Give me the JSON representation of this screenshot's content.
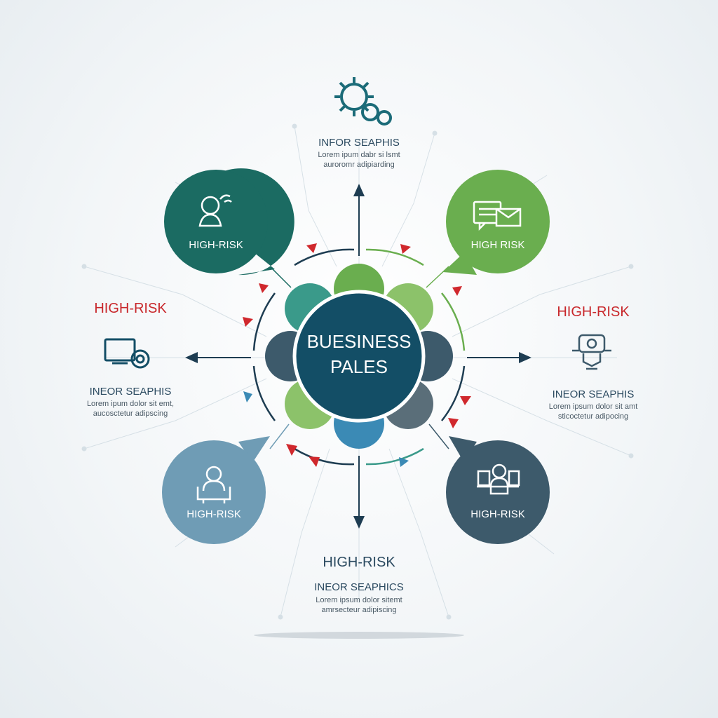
{
  "center": {
    "line1": "BUESINESS",
    "line2": "PALES"
  },
  "top_block": {
    "title": "INFOR SEAPHIS",
    "line1": "Lorem ipum dabr si lsmt",
    "line2": "auroromr adipiarding"
  },
  "left_block": {
    "heading": "HIGH-RISK",
    "title": "INEOR SEAPHIS",
    "line1": "Lorem ipum dolor sit emt,",
    "line2": "aucosctetur adipscing"
  },
  "right_block": {
    "heading": "HIGH-RISK",
    "title": "INEOR SEAPHIS",
    "line1": "Lorem ipsum dolor sit amt",
    "line2": "sticoctetur adipocing"
  },
  "bottom_block": {
    "heading": "HIGH-RISK",
    "title": "INEOR SEAPHICS",
    "line1": "Lorem ipsum dolor sitemt",
    "line2": "amrsecteur adipiscing"
  },
  "bubbles": {
    "top_left": {
      "label": "HIGH-RISK",
      "icon": "people-chat-icon"
    },
    "top_right": {
      "label": "HIGH RISK",
      "icon": "message-mail-icon"
    },
    "bottom_left": {
      "label": "HIGH-RISK",
      "icon": "person-desk-icon"
    },
    "bottom_right": {
      "label": "HIGH-RISK",
      "icon": "person-laptop-icon"
    }
  },
  "colors": {
    "navy": "#134e66",
    "teal_dark": "#1b6b62",
    "teal": "#3a9a8a",
    "green": "#6aae4f",
    "green_light": "#8cc26a",
    "slate": "#3d5a6b",
    "slate_gray": "#5a6e79",
    "blue_light": "#6f9cb5",
    "blue": "#3b8ab5",
    "red": "#d0282d"
  }
}
